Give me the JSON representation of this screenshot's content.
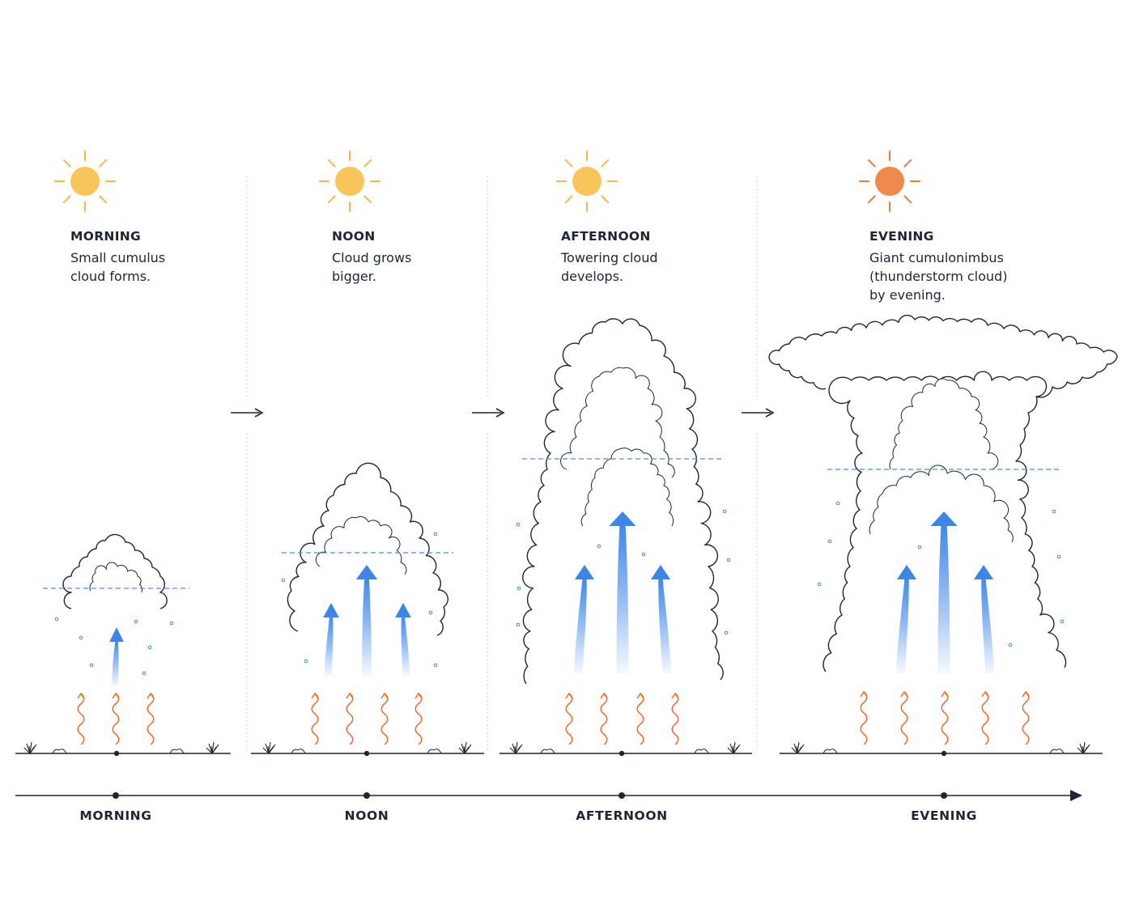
{
  "stages": [
    {
      "title": "MORNING",
      "text": "Small cumulus\ncloud forms.",
      "sun_color": "#f6c65b",
      "ray_color": "#f2b84c",
      "timeline_label": "MORNING"
    },
    {
      "title": "NOON",
      "text": "Cloud grows\nbigger.",
      "sun_color": "#f6c65b",
      "ray_color": "#f2b84c",
      "timeline_label": "NOON"
    },
    {
      "title": "AFTERNOON",
      "text": "Towering cloud\ndevelops.",
      "sun_color": "#f6c65b",
      "ray_color": "#f2b84c",
      "timeline_label": "AFTERNOON"
    },
    {
      "title": "EVENING",
      "text": "Giant cumulonimbus\n(thunderstorm cloud)\nby evening.",
      "sun_color": "#f0894c",
      "ray_color": "#ee7a3c",
      "timeline_label": "EVENING"
    }
  ],
  "colors": {
    "updraft": "#3d86e8",
    "heat": "#ef6a2a",
    "condensation_line": "#4a8fe0",
    "outline": "#1f2633",
    "ground": "#1f2633"
  },
  "icons": [
    "sun-icon",
    "cloud-icon",
    "updraft-arrow-icon",
    "heat-wave-icon",
    "grass-icon",
    "next-stage-arrow-icon"
  ]
}
